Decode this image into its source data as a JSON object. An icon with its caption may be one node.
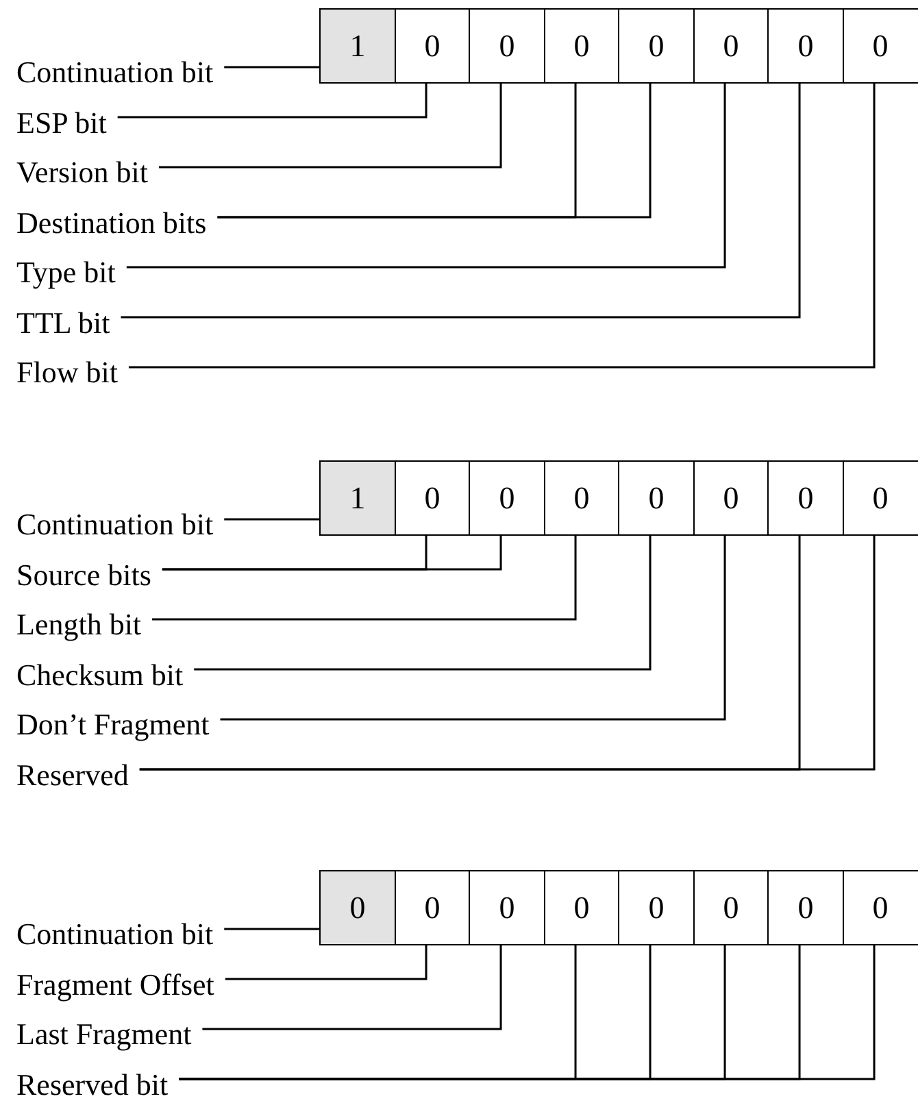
{
  "diagram": {
    "nodes": [
      {
        "text": [
          "1"
        ]
      },
      {
        "text": [
          "0"
        ]
      },
      {
        "text": [
          "0"
        ]
      },
      {
        "text": [
          "0"
        ]
      },
      {
        "text": [
          "0"
        ]
      },
      {
        "text": [
          "0"
        ]
      },
      {
        "text": [
          "0"
        ]
      },
      {
        "text": [
          "0"
        ]
      },
      {
        "text": [
          "Continuation bit"
        ]
      },
      {
        "text": [
          "ESP bit"
        ]
      },
      {
        "text": [
          "Version bit"
        ]
      },
      {
        "text": [
          "Destination bits"
        ]
      },
      {
        "text": [
          "Type bit"
        ]
      },
      {
        "text": [
          "TTL bit"
        ]
      },
      {
        "text": [
          "Flow bit"
        ]
      },
      {
        "text": [
          "1"
        ]
      },
      {
        "text": [
          "0"
        ]
      },
      {
        "text": [
          "0"
        ]
      },
      {
        "text": [
          "0"
        ]
      },
      {
        "text": [
          "0"
        ]
      },
      {
        "text": [
          "0"
        ]
      },
      {
        "text": [
          "0"
        ]
      },
      {
        "text": [
          "0"
        ]
      },
      {
        "text": [
          "Continuation bit"
        ]
      },
      {
        "text": [
          "Source bits"
        ]
      },
      {
        "text": [
          "Length bit"
        ]
      },
      {
        "text": [
          "Checksum bit"
        ]
      },
      {
        "text": [
          "Don’t Fragment"
        ]
      },
      {
        "text": [
          "Reserved"
        ]
      },
      {
        "text": [
          "0"
        ]
      },
      {
        "text": [
          "0"
        ]
      },
      {
        "text": [
          "0"
        ]
      },
      {
        "text": [
          "0"
        ]
      },
      {
        "text": [
          "0"
        ]
      },
      {
        "text": [
          "0"
        ]
      },
      {
        "text": [
          "0"
        ]
      },
      {
        "text": [
          "0"
        ]
      },
      {
        "text": [
          "Continuation bit"
        ]
      },
      {
        "text": [
          "Fragment Offset"
        ]
      },
      {
        "text": [
          "Last Fragment"
        ]
      },
      {
        "text": [
          "Reserved bit"
        ]
      }
    ],
    "edges": [
      {
        "from": 8,
        "to": 0,
        "arrow": "none"
      },
      {
        "from": 9,
        "to": 1,
        "arrow": "none"
      },
      {
        "from": 10,
        "to": 2,
        "arrow": "none"
      },
      {
        "from": 11,
        "to": 3,
        "arrow": "none"
      },
      {
        "from": 11,
        "to": 4,
        "arrow": "none"
      },
      {
        "from": 12,
        "to": 5,
        "arrow": "none"
      },
      {
        "from": 13,
        "to": 6,
        "arrow": "none"
      },
      {
        "from": 14,
        "to": 7,
        "arrow": "none"
      },
      {
        "from": 23,
        "to": 15,
        "arrow": "none"
      },
      {
        "from": 24,
        "to": 16,
        "arrow": "none"
      },
      {
        "from": 24,
        "to": 17,
        "arrow": "none"
      },
      {
        "from": 25,
        "to": 18,
        "arrow": "none"
      },
      {
        "from": 26,
        "to": 19,
        "arrow": "none"
      },
      {
        "from": 27,
        "to": 20,
        "arrow": "none"
      },
      {
        "from": 28,
        "to": 21,
        "arrow": "none"
      },
      {
        "from": 28,
        "to": 22,
        "arrow": "none"
      },
      {
        "from": 37,
        "to": 29,
        "arrow": "none"
      },
      {
        "from": 38,
        "to": 30,
        "arrow": "none"
      },
      {
        "from": 39,
        "to": 31,
        "arrow": "none"
      },
      {
        "from": 40,
        "to": 32,
        "arrow": "none"
      },
      {
        "from": 40,
        "to": 33,
        "arrow": "none"
      },
      {
        "from": 40,
        "to": 34,
        "arrow": "none"
      },
      {
        "from": 40,
        "to": 35,
        "arrow": "none"
      },
      {
        "from": 40,
        "to": 36,
        "arrow": "none"
      }
    ]
  }
}
